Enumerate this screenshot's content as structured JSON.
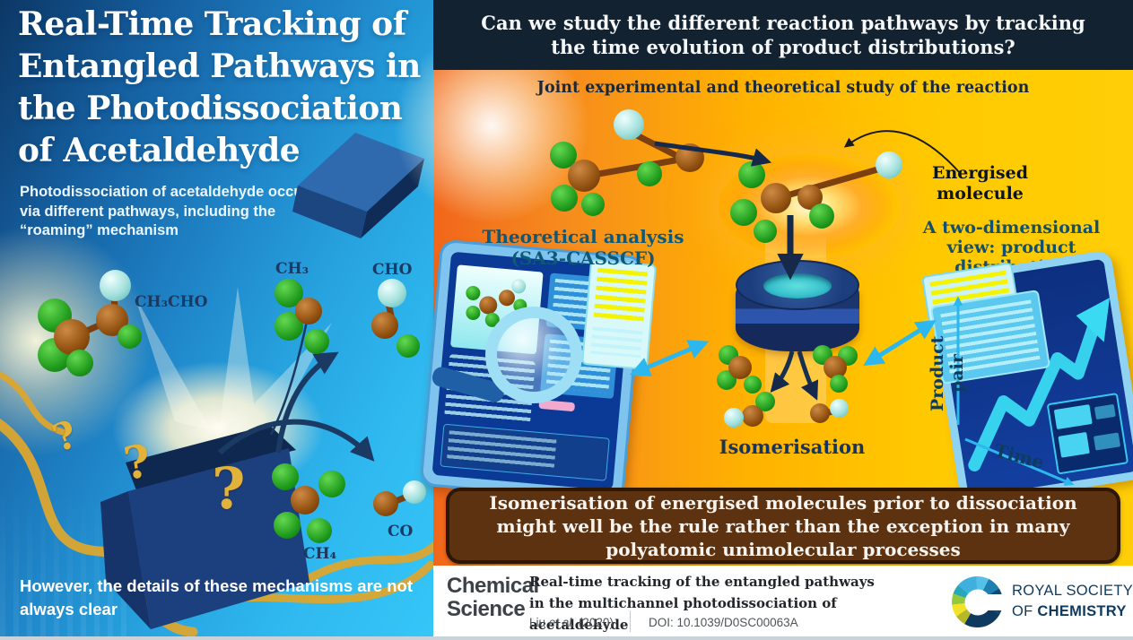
{
  "left_panel": {
    "title": "Real-Time Tracking of Entangled Pathways in the Photodissociation of Acetaldehyde",
    "subtitle": "Photodissociation of acetaldehyde occurs via different pathways, including the “roaming” mechanism",
    "bottom_note": "However, the details of these mechanisms are not always clear",
    "molecules": {
      "reactant": "CH₃CHO",
      "methyl": "CH₃",
      "formyl": "CHO",
      "methane": "CH₄",
      "carbon_monoxide": "CO"
    },
    "question_marks": [
      "?",
      "?",
      "?"
    ]
  },
  "right_panel": {
    "question": "Can we study the different reaction pathways by tracking the time evolution of product distributions?",
    "subheading": "Joint experimental and theoretical study of the reaction",
    "theoretical_label": "Theoretical analysis",
    "theoretical_method": "(SA3-CASSCF)",
    "energised_label": "Energised molecule",
    "two_d_view_label": "A two-dimensional view: product distribution",
    "isomerisation_label": "Isomerisation",
    "plot_axes": {
      "y": "Product pair",
      "x": "Time"
    },
    "conclusion": "Isomerisation of energised molecules prior to dissociation might well be the rule rather than the exception in many polyatomic unimolecular processes"
  },
  "footer": {
    "journal": "Chemical Science",
    "paper_title": "Real-time tracking of the entangled pathways in the multichannel photodissociation of acetaldehyde",
    "citation_author": "Liu ",
    "citation_etal": "et al.",
    "citation_year": " (2020)",
    "doi": "DOI: 10.1039/D0SC00063A",
    "publisher_line1": "ROYAL SOCIETY",
    "publisher_line2_prefix": "OF ",
    "publisher_line2_bold": "CHEMISTRY"
  },
  "colors": {
    "navy_banner": "#122230",
    "orange": "#F1661B",
    "yellow": "#FFC900",
    "blue_dark": "#0C3765",
    "blue_light": "#36C6F7",
    "brown_banner": "#5C3210",
    "teal_text": "#0F5878",
    "navy_text": "#14355E",
    "cyan_arrow": "#2CB7EE",
    "gold": "#E3B238"
  }
}
